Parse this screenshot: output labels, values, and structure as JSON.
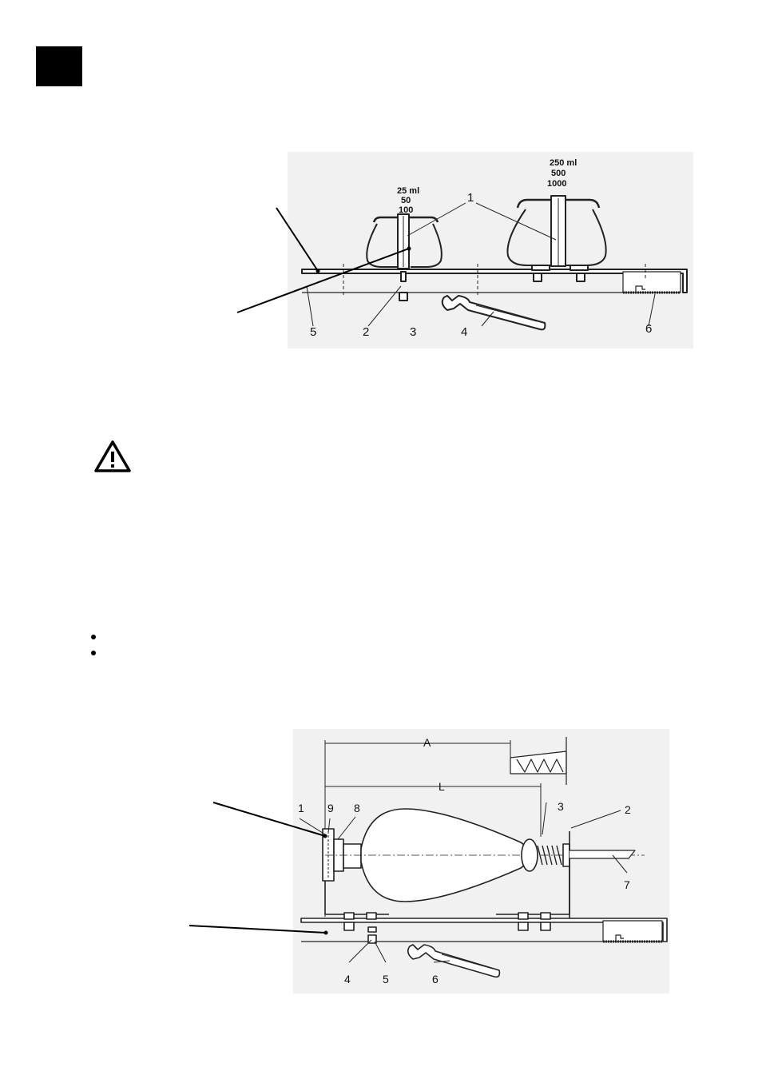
{
  "figure1": {
    "small_flask_sizes": [
      "25 ml",
      "50",
      "100"
    ],
    "large_flask_sizes": [
      "250 ml",
      "500",
      "1000"
    ],
    "callouts": [
      "1",
      "2",
      "3",
      "4",
      "5",
      "6"
    ]
  },
  "figure2": {
    "dimensions": [
      "A",
      "L"
    ],
    "callouts": [
      "1",
      "9",
      "8",
      "3",
      "2",
      "7",
      "4",
      "5",
      "6"
    ]
  },
  "icons": {
    "page_marker": "black-square",
    "warning": "warning-triangle-icon",
    "bullet": "bullet-dot"
  }
}
